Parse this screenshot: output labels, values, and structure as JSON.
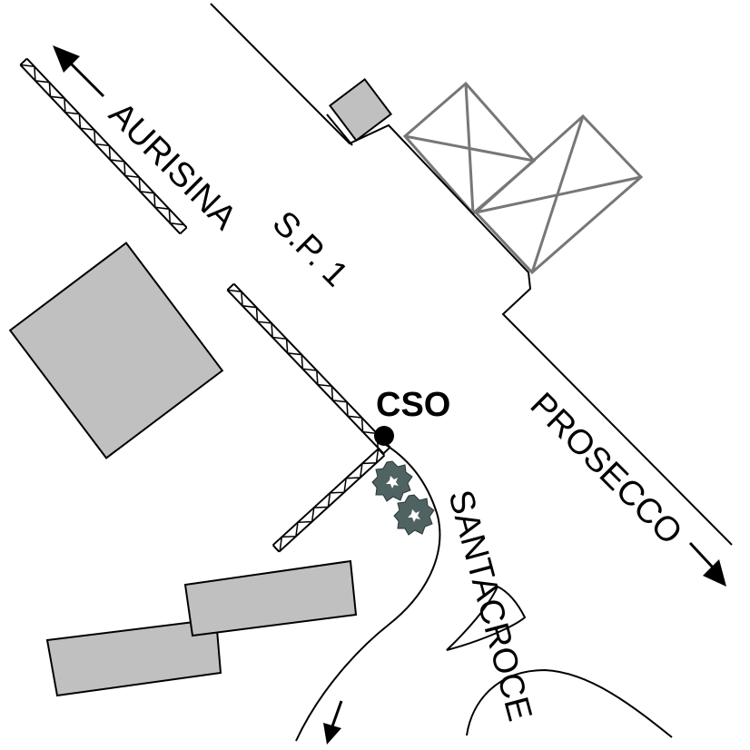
{
  "labels": {
    "aurisina": "AURISINA",
    "sp1": "S.P. 1",
    "prosecco": "PROSECCO",
    "santacroce": "SANTACROCE",
    "cso": "CSO"
  },
  "colors": {
    "building_fill": "#c0c0c0",
    "hatched_outline": "#777777",
    "tree_fill": "#4f6362",
    "cso_marker": "#000000"
  },
  "icons": {
    "marker": "filled-circle",
    "tree": "tree-canopy-icon",
    "arrow": "direction-arrow"
  }
}
